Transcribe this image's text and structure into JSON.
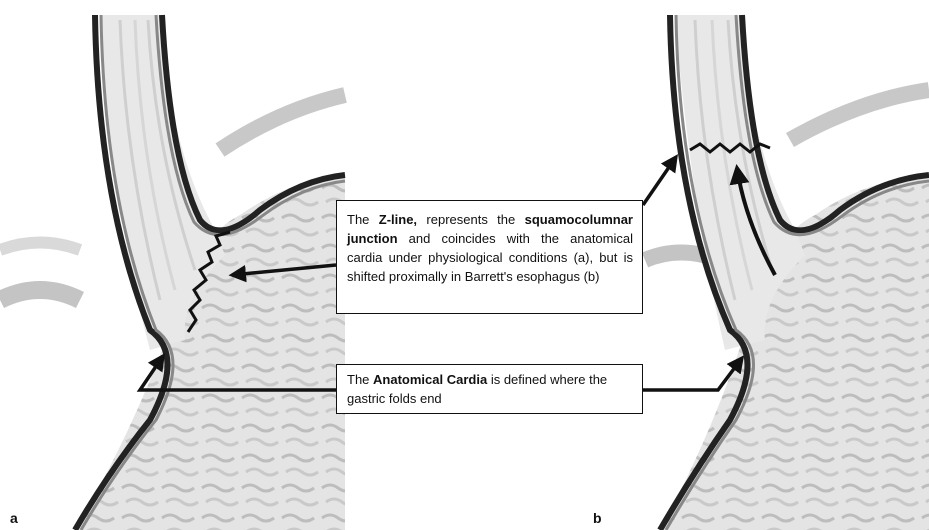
{
  "callouts": {
    "zline": {
      "t1": "The",
      "t2": "Z-line,",
      "t3": "represents the",
      "t4": "squamocolumnar junction",
      "t5": "and coincides with the anatomical cardia under physiological conditions (a), but is shifted proximally in Barrett's esophagus (b)"
    },
    "cardia": {
      "t1": "The",
      "t2": "Anatomical Cardia",
      "t3": "is defined where the gastric folds end"
    }
  },
  "panels": {
    "a": "a",
    "b": "b"
  },
  "colors": {
    "ink": "#111111",
    "wall_dark": "#2a2a2a",
    "wall_mid": "#7d7d7d",
    "lumen": "#e6e6e6",
    "folds": "#d4d4d4",
    "background": "#ffffff"
  }
}
